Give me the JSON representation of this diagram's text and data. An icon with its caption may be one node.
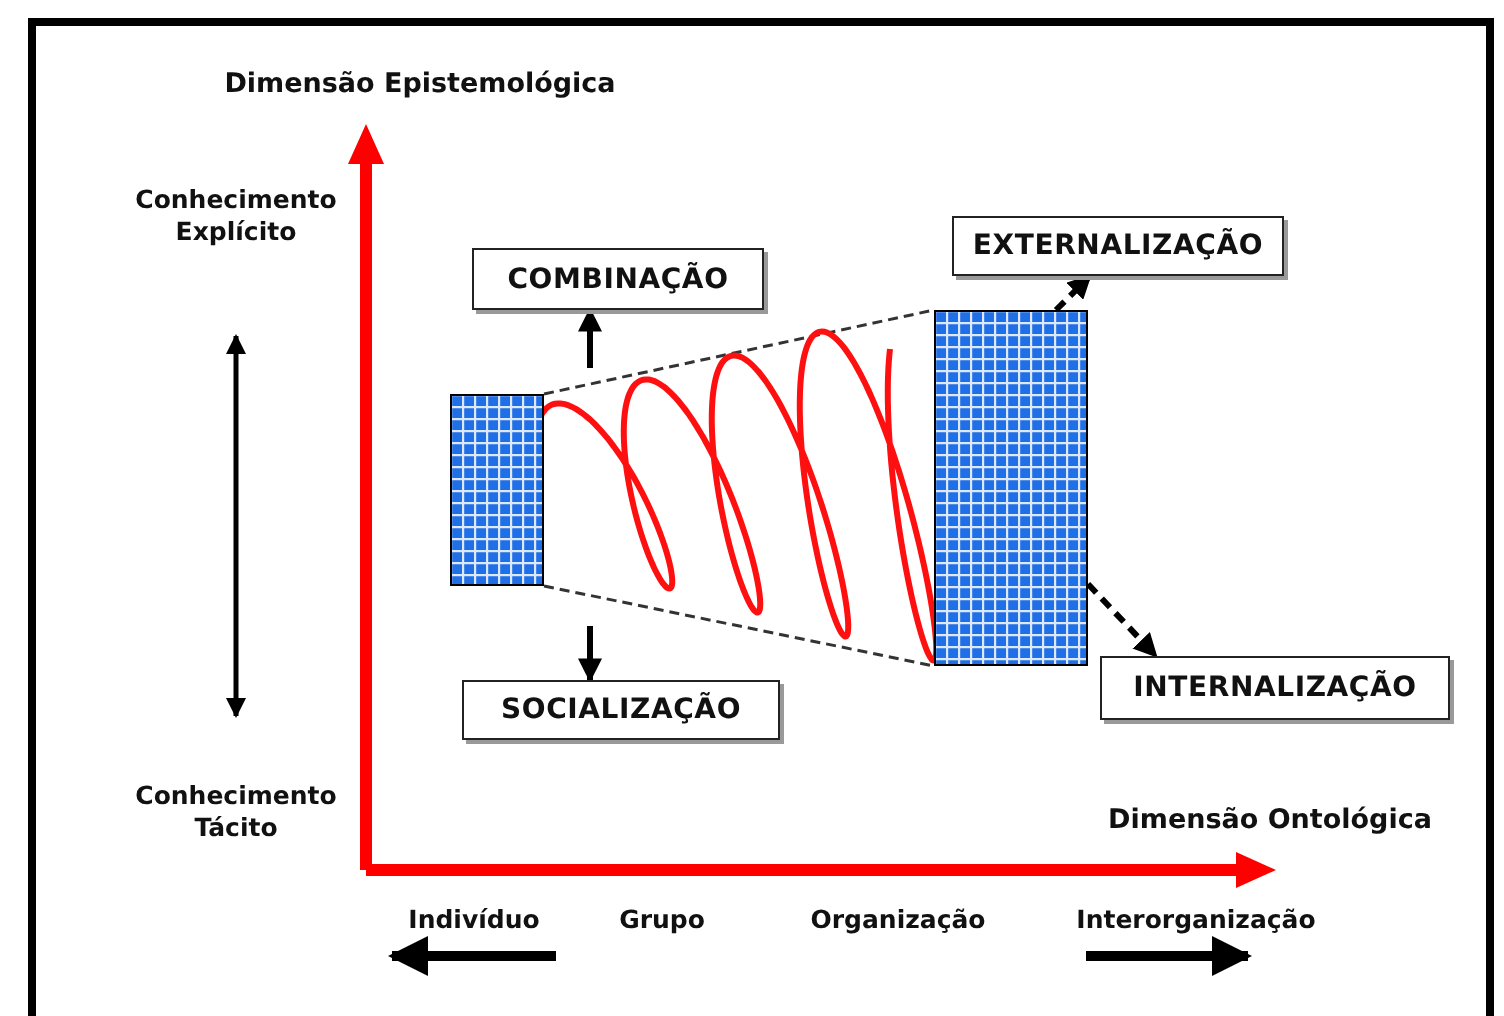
{
  "diagram": {
    "nodes": [
      {
        "text": [
          "COMBINAÇÃO"
        ]
      },
      {
        "text": [
          "SOCIALIZAÇÃO"
        ]
      },
      {
        "text": [
          "EXTERNALIZAÇÃO"
        ]
      },
      {
        "text": [
          "INTERNALIZAÇÃO"
        ]
      },
      {
        "text": [],
        "shape": "box"
      },
      {
        "text": [],
        "shape": "box"
      }
    ],
    "edges": [
      {
        "from": null,
        "to": 0,
        "arrow": "to"
      },
      {
        "from": null,
        "to": 1,
        "arrow": "to"
      },
      {
        "from": 5,
        "to": 2,
        "arrow": "to",
        "style": "dashed"
      },
      {
        "from": 5,
        "to": 3,
        "arrow": "to",
        "style": "dashed"
      }
    ],
    "labels": [
      "Dimensão Epistemológica",
      "Conhecimento Explícito",
      "Conhecimento Tácito",
      "Dimensão Ontológica",
      "Indivíduo",
      "Grupo",
      "Organização",
      "Interorganização"
    ]
  }
}
